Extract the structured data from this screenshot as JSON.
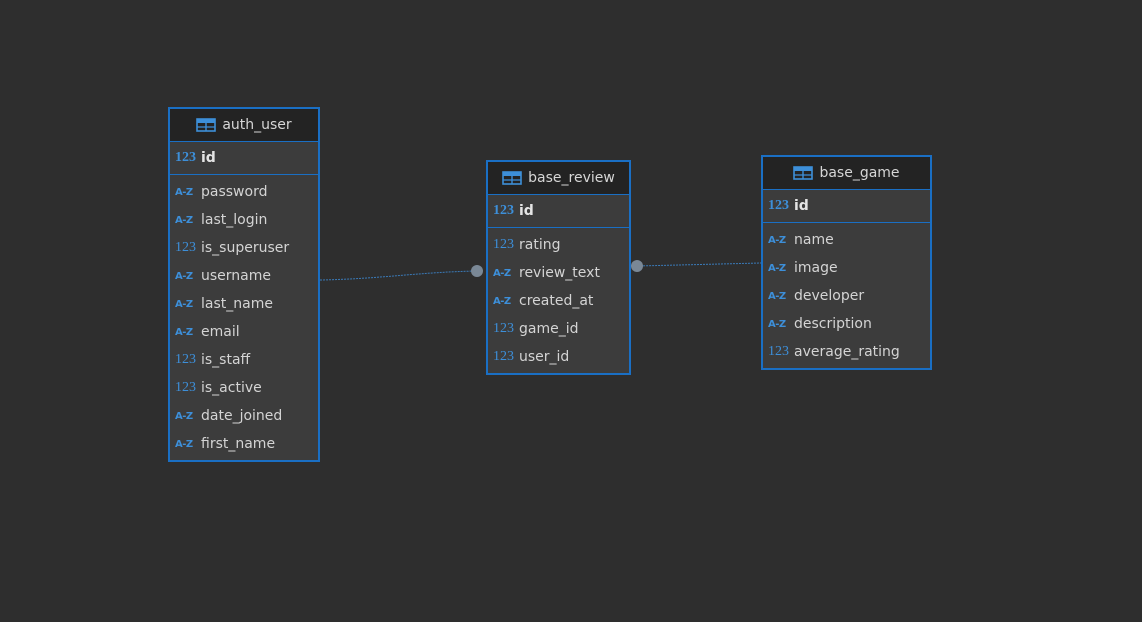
{
  "tables": [
    {
      "name": "auth_user",
      "pk": {
        "type": "123",
        "name": "id"
      },
      "columns": [
        {
          "type": "A-Z",
          "name": "password"
        },
        {
          "type": "A-Z",
          "name": "last_login"
        },
        {
          "type": "123",
          "name": "is_superuser"
        },
        {
          "type": "A-Z",
          "name": "username"
        },
        {
          "type": "A-Z",
          "name": "last_name"
        },
        {
          "type": "A-Z",
          "name": "email"
        },
        {
          "type": "123",
          "name": "is_staff"
        },
        {
          "type": "123",
          "name": "is_active"
        },
        {
          "type": "A-Z",
          "name": "date_joined"
        },
        {
          "type": "A-Z",
          "name": "first_name"
        }
      ]
    },
    {
      "name": "base_review",
      "pk": {
        "type": "123",
        "name": "id"
      },
      "columns": [
        {
          "type": "123",
          "name": "rating"
        },
        {
          "type": "A-Z",
          "name": "review_text"
        },
        {
          "type": "A-Z",
          "name": "created_at"
        },
        {
          "type": "123",
          "name": "game_id"
        },
        {
          "type": "123",
          "name": "user_id"
        }
      ]
    },
    {
      "name": "base_game",
      "pk": {
        "type": "123",
        "name": "id"
      },
      "columns": [
        {
          "type": "A-Z",
          "name": "name"
        },
        {
          "type": "A-Z",
          "name": "image"
        },
        {
          "type": "A-Z",
          "name": "developer"
        },
        {
          "type": "A-Z",
          "name": "description"
        },
        {
          "type": "123",
          "name": "average_rating"
        }
      ]
    }
  ],
  "relations": [
    {
      "from": "base_review",
      "from_column": "user_id",
      "to": "auth_user",
      "to_column": "id"
    },
    {
      "from": "base_review",
      "from_column": "game_id",
      "to": "base_game",
      "to_column": "id"
    }
  ],
  "colors": {
    "background": "#2e2e2e",
    "table_border": "#1a6fc4",
    "header_bg": "#232323",
    "body_bg": "#3c3c3c",
    "type_icon": "#3d8fd9",
    "link_line": "#3a7ab8",
    "link_dot": "#7a8896"
  }
}
